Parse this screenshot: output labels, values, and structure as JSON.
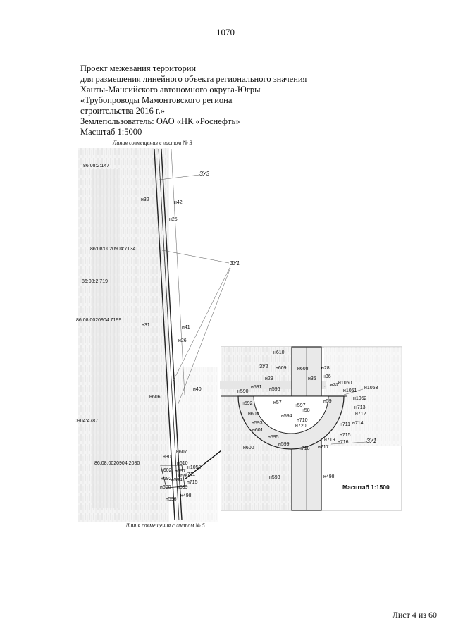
{
  "page_number": "1070",
  "header": {
    "lines": [
      "Проект межевания территории",
      "для размещения линейного объекта регионального значения",
      "Ханты-Мансийского автономного округа-Югры",
      "«Трубопроводы Мамонтовского региона",
      "строительства 2016 г.»",
      "Землепользователь: ОАО «НК «Роснефть»",
      "Масштаб 1:5000"
    ]
  },
  "map": {
    "caption_top": "Линия совмещения с листом № 3",
    "caption_bottom": "Линия совмещения с листом № 5",
    "cadastral_labels": [
      "86:08:2:147",
      "86:08:0020904:7134",
      "86:08:2:719",
      "86:08:0020904:7199",
      "0904:4787",
      "86:08:0020904:2080"
    ],
    "zones": [
      "ЗУ3",
      "ЗУ1"
    ],
    "points_main": [
      "н32",
      "н42",
      "н25",
      "н31",
      "н41",
      "н26",
      "н40",
      "н606",
      "н30",
      "н607",
      "н610",
      "н1050",
      "н602",
      "н597",
      "н59",
      "н711",
      "н715",
      "н600",
      "н599",
      "н498",
      "н596",
      "н592",
      "н594"
    ],
    "inset": {
      "scale": "Масштаб 1:1500",
      "zone": "ЗУ1",
      "points": [
        "н610",
        "н609",
        "н608",
        "н28",
        "н35",
        "н36",
        "н29",
        "ЗУ2",
        "н591",
        "н590",
        "н596",
        "н37",
        "н1050",
        "н1051",
        "н1053",
        "н1052",
        "н59",
        "н592",
        "н57",
        "н597",
        "н58",
        "н713",
        "н712",
        "н602",
        "н594",
        "н710",
        "н720",
        "н711",
        "н714",
        "н593",
        "н601",
        "н595",
        "н715",
        "н719",
        "н716",
        "н600",
        "н599",
        "н717",
        "н718",
        "н598",
        "н498"
      ]
    }
  },
  "footer": {
    "sheet": "Лист 4 из 60"
  }
}
